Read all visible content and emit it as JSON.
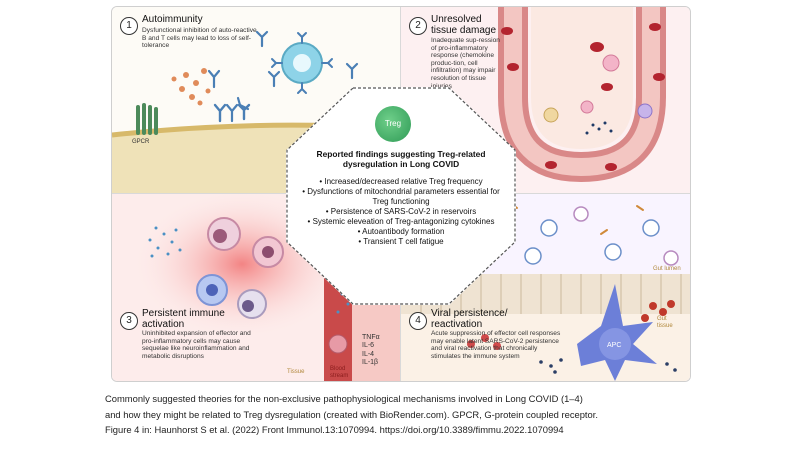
{
  "center": {
    "treg_label": "Treg",
    "title": "Reported findings suggesting Treg-related dysregulation in Long COVID",
    "findings": [
      "• Increased/decreased relative Treg frequency",
      "• Dysfunctions of mitochondrial parameters essential for Treg functioning",
      "• Persistence of SARS-CoV-2 in reservoirs",
      "• Systemic eleveation of Treg-antagonizing cytokines",
      "• Autoantibody formation",
      "• Transient T cell fatigue"
    ]
  },
  "panels": [
    {
      "number": "1",
      "title": "Autoimmunity",
      "description": "Dysfunctional inhibition of auto-reactive B and T cells may lead to loss of self-tolerance",
      "labels": [
        "GPCR"
      ]
    },
    {
      "number": "2",
      "title": "Unresolved tissue damage",
      "description": "Inadequate sup-ression of pro-inflammatory response (chemokine produc-tion, cell infiltration) may impair resolution of tissue injuries",
      "labels": []
    },
    {
      "number": "3",
      "title": "Persistent immune activation",
      "description": "Uninhibited expansion of effector and pro-inflammatory cells may cause sequelae like neuroinflammation and metabolic disruptions",
      "labels": [
        "Tissue",
        "Blood stream"
      ],
      "cytokines": [
        "TNFα",
        "IL-6",
        "IL-4",
        "IL-1β"
      ]
    },
    {
      "number": "4",
      "title": "Viral persistence/ reactivation",
      "description": "Acute suppression of effector cell responses may enable latent SARS-CoV-2 persistence and viral reactivation that chronically stimulates the immune system",
      "labels": [
        "Gut lumen",
        "Gut tissue",
        "APC"
      ]
    }
  ],
  "caption": {
    "line1": "Commonly suggested theories for the non-exclusive pathophysiological mechanisms involved in Long COVID (1–4)",
    "line2": "and how they might be related to Treg dysregulation (created with BioRender.com). GPCR, G-protein coupled receptor.",
    "line3": "Figure 4 in: Haunhorst S et al. (2022) Front Immunol.13:1070994. https://doi.org/10.3389/fimmu.2022.1070994"
  },
  "colors": {
    "treg": "#2e9a55",
    "antibody": "#4a7fb5",
    "blood": "#c0392b",
    "apc": "#6c7fd8"
  }
}
